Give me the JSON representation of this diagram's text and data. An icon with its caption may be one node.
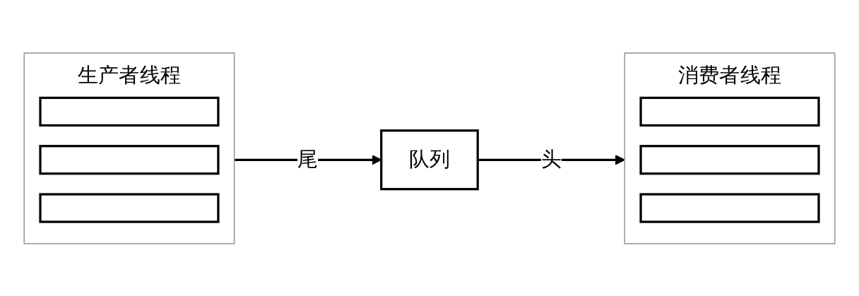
{
  "diagram": {
    "nodes": [
      {
        "text": [
          "生产者线程"
        ]
      },
      {
        "text": [],
        "shape": "box",
        "in": 0
      },
      {
        "text": [],
        "shape": "box",
        "in": 0
      },
      {
        "text": [],
        "shape": "box",
        "in": 0
      },
      {
        "text": [
          "队列"
        ]
      },
      {
        "text": [
          "消费者线程"
        ]
      },
      {
        "text": [],
        "shape": "box",
        "in": 5
      },
      {
        "text": [],
        "shape": "box",
        "in": 5
      },
      {
        "text": [],
        "shape": "box",
        "in": 5
      }
    ],
    "edges": [
      {
        "from": 0,
        "to": 4,
        "label": "尾",
        "arrow": "to"
      },
      {
        "from": 4,
        "to": 5,
        "label": "头",
        "arrow": "to"
      }
    ]
  }
}
